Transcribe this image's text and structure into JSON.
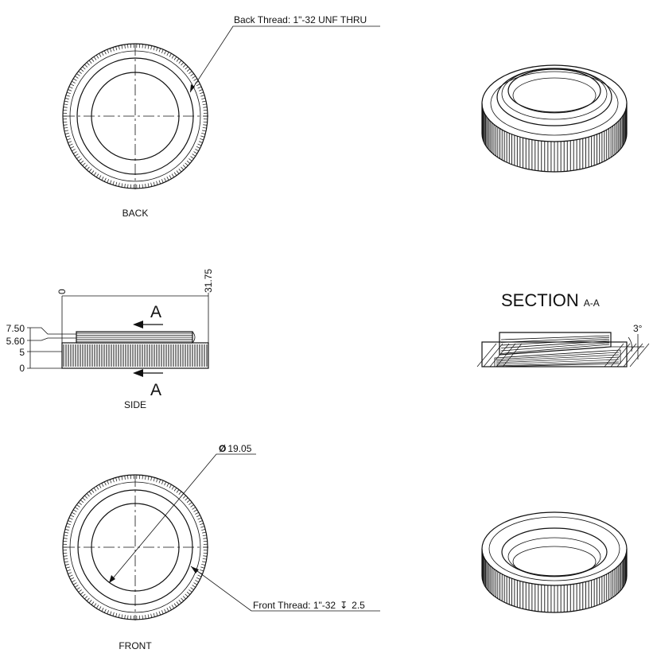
{
  "views": {
    "back_label": "BACK",
    "side_label": "SIDE",
    "front_label": "FRONT"
  },
  "section": {
    "title": "SECTION",
    "suffix": "A-A",
    "angle": "3°",
    "cut_letter_top": "A",
    "cut_letter_bottom": "A"
  },
  "callouts": {
    "back_thread": "Back Thread: 1\"-32 UNF THRU",
    "front_thread_prefix": "Front Thread: 1\"-32",
    "front_thread_depth": "2.5",
    "diameter_symbol": "Ø",
    "diameter": "19.05"
  },
  "dimensions": {
    "horizontal": [
      "0",
      "31.75"
    ],
    "vertical": [
      "7.50",
      "5.60",
      "5",
      "0"
    ]
  }
}
